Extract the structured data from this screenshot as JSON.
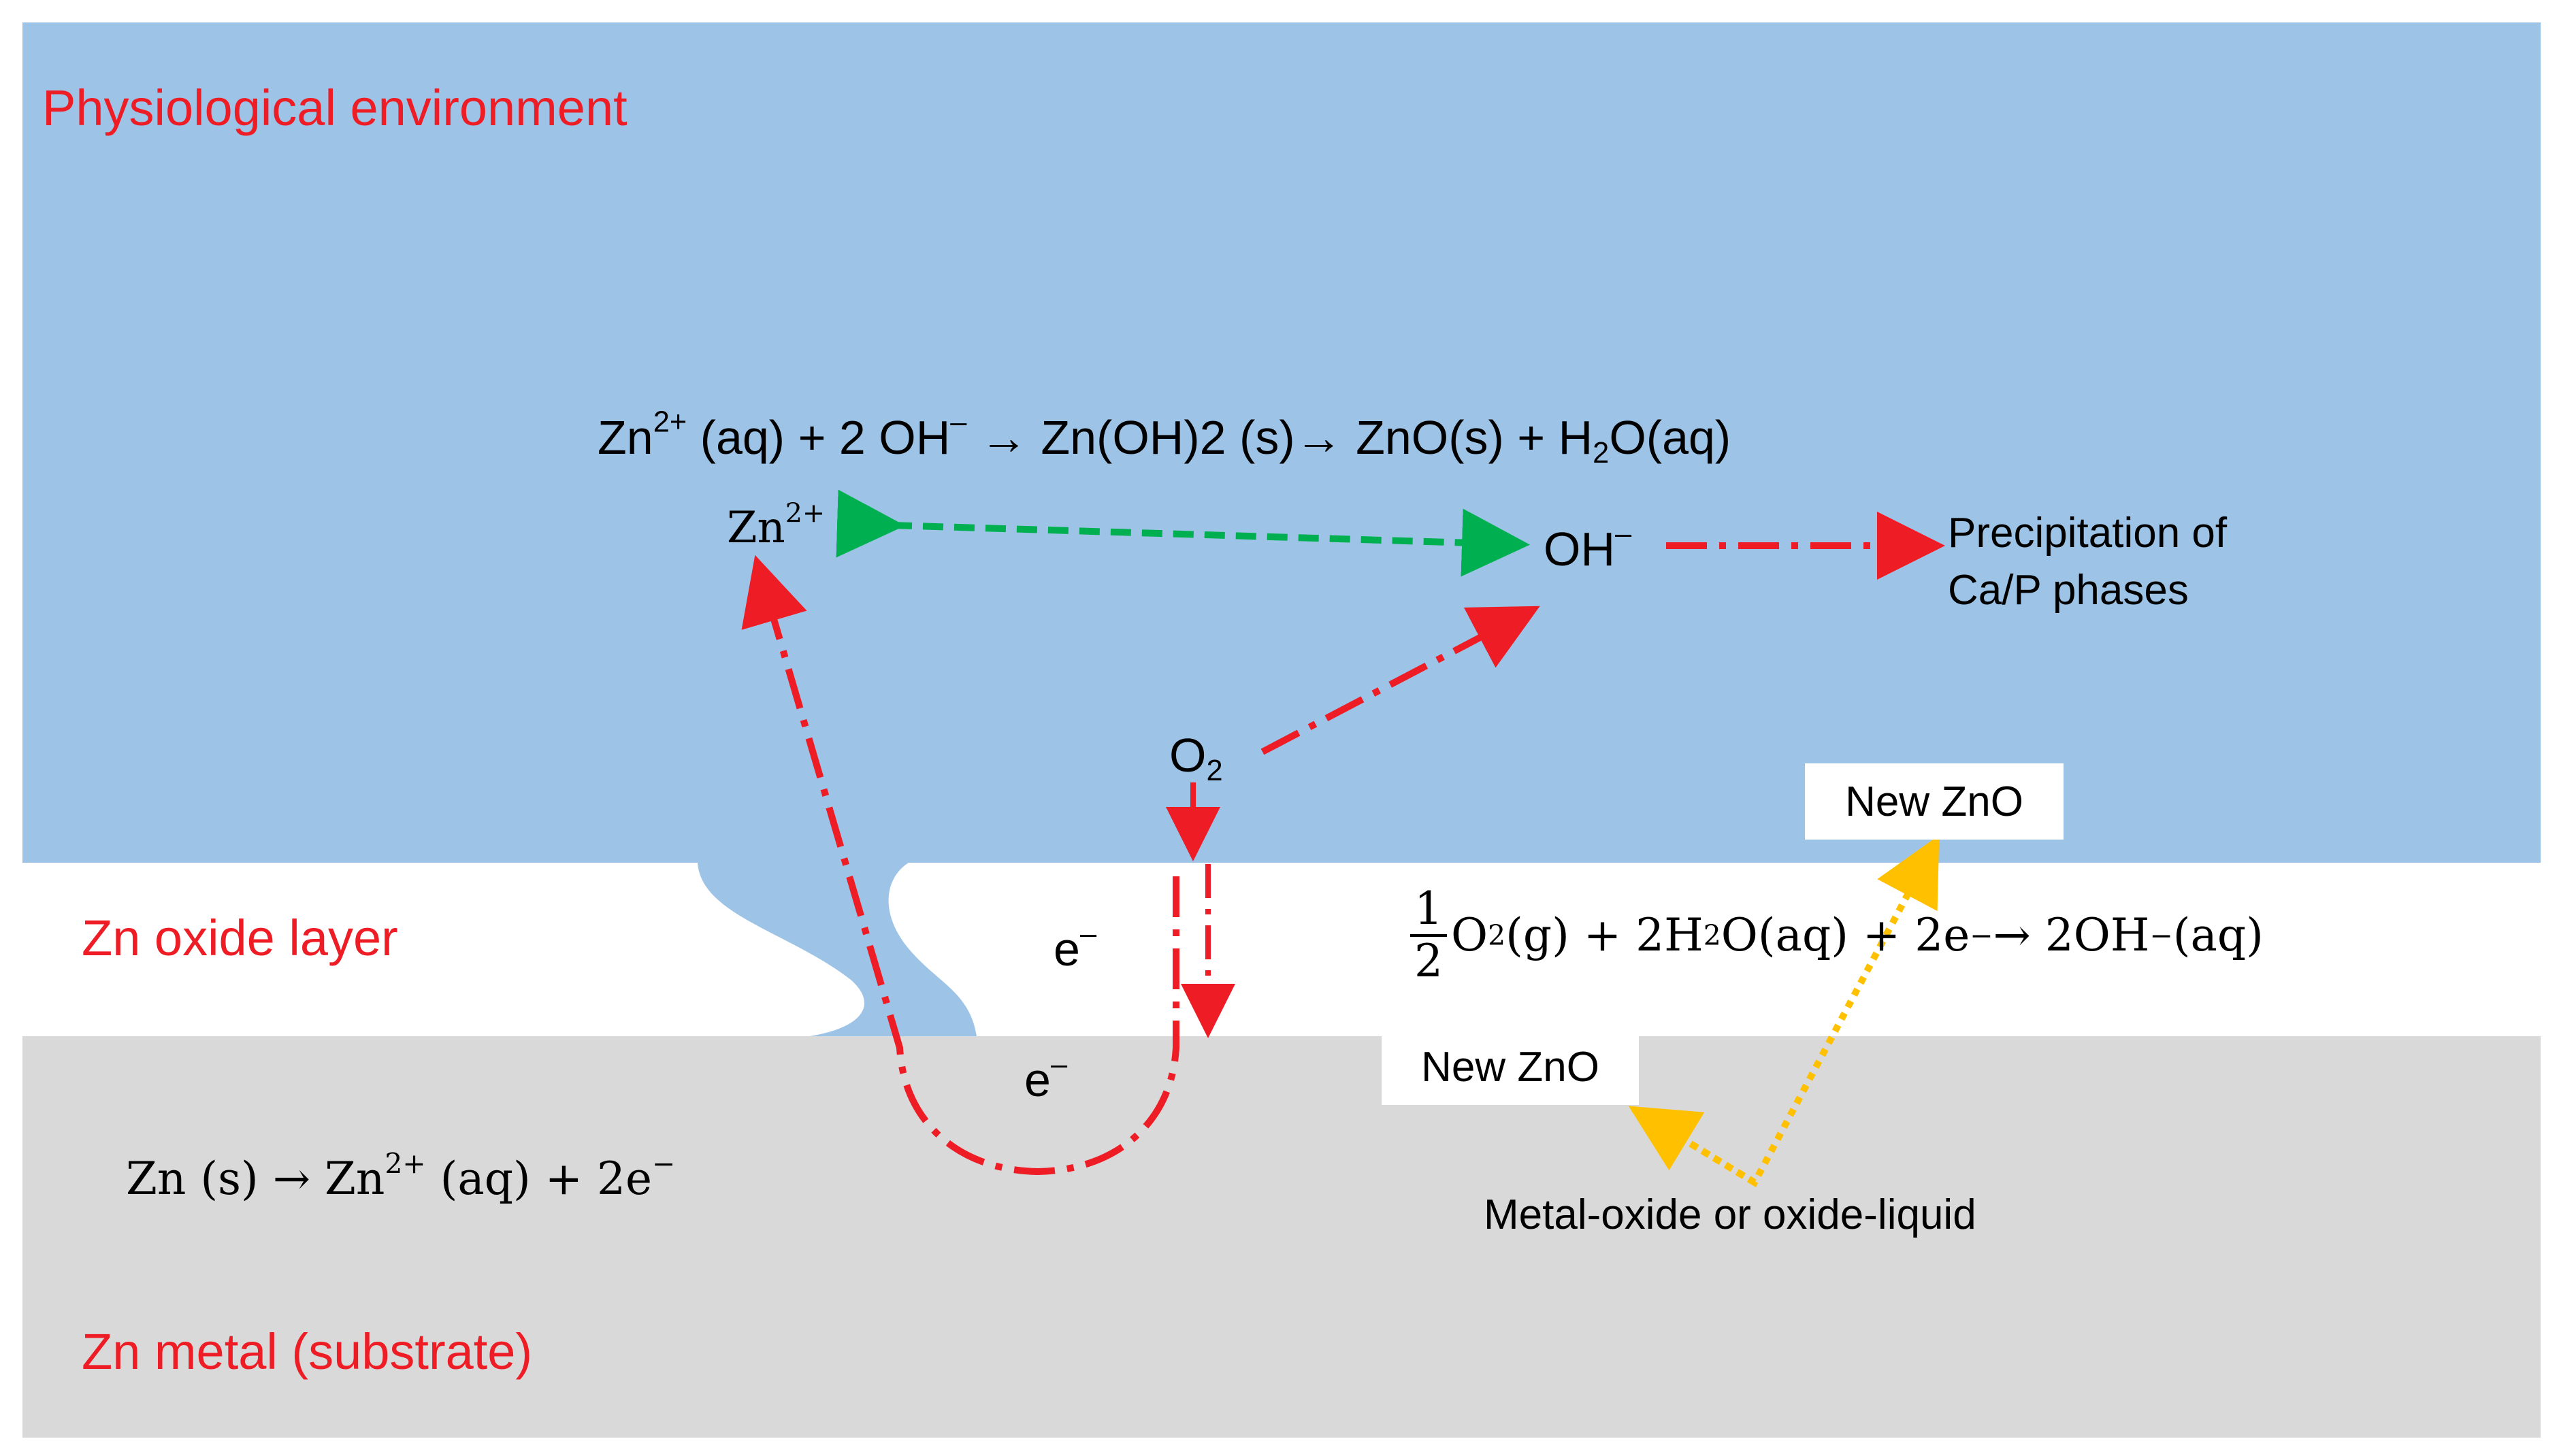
{
  "zones": {
    "physiological_environment": "Physiological environment",
    "oxide_layer": "Zn oxide layer",
    "metal_substrate": "Zn metal (substrate)"
  },
  "reactions": {
    "precipitation": {
      "part1": "Zn",
      "part1_sup": "2+",
      "part2": " (aq) + 2 OH",
      "part2_sup": "–",
      "part3": " → Zn(OH)2 (s)→ ZnO(s) +  H",
      "part3_sub": "2",
      "part4": "O(aq)"
    },
    "cathodic": {
      "frac_num": "1",
      "frac_den": "2",
      "part1": "O",
      "part1_sub": "2",
      "part2": " (g) +  2H",
      "part2_sub": "2",
      "part3": "O(aq) + 2e",
      "part3_sup": "−",
      "part4": "  →  2OH",
      "part4_sup": "−",
      "part5": "(aq)"
    },
    "anodic": {
      "part1": "Zn (s)  →  Zn",
      "part1_sup": "2+",
      "part2": " (aq)  +  2e",
      "part2_sup": "−"
    }
  },
  "species": {
    "zn_ion": "Zn",
    "zn_ion_charge": "2+",
    "hydroxide": "OH",
    "hydroxide_charge": "–",
    "oxygen": "O",
    "oxygen_sub": "2",
    "electron_oxide": "e",
    "electron_oxide_charge": "–",
    "electron_metal": "e",
    "electron_metal_charge": "–"
  },
  "annotations": {
    "precipitation_line1": "Precipitation of",
    "precipitation_line2": "Ca/P phases",
    "new_zno_top": "New ZnO",
    "new_zno_bottom": "New ZnO",
    "interface": "Metal-oxide or oxide-liquid"
  },
  "colors": {
    "liquid": "#9dc3e6",
    "oxide": "#ffffff",
    "metal": "#d9d9d9",
    "label_red": "#ee1c25",
    "arrow_red": "#ee1c25",
    "arrow_green": "#00b050",
    "arrow_yellow": "#ffc000"
  }
}
